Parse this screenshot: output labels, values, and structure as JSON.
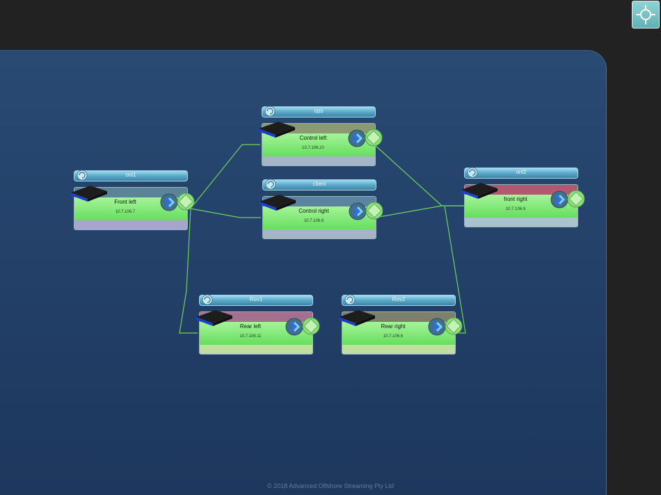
{
  "toolbar": {
    "locate_button_icon": "crosshair-icon"
  },
  "nodes": [
    {
      "id": "ops",
      "group": "ops",
      "name": "Control left",
      "ip": "10.7.106.10",
      "band_top": "#8c9a73",
      "band_bottom": "#a4b5c7"
    },
    {
      "id": "cli",
      "group": "client",
      "name": "Control right",
      "ip": "10.7.106.8",
      "band_top": "#5c84a2",
      "band_bottom": "#a4b5c7"
    },
    {
      "id": "onl1",
      "group": "onl1",
      "name": "Front left",
      "ip": "10.7.106.7",
      "band_top": "#5c8497",
      "band_bottom": "#a6a5cc"
    },
    {
      "id": "onl2",
      "group": "onl2",
      "name": "front right",
      "ip": "10.7.106.9",
      "band_top": "#b2596f",
      "band_bottom": "#a9c4cf"
    },
    {
      "id": "rov1",
      "group": "Rov1",
      "name": "Rear left",
      "ip": "10.7.106.11",
      "band_top": "#a56f8e",
      "band_bottom": "#c0df9f"
    },
    {
      "id": "rov2",
      "group": "Rov2",
      "name": "Rear right",
      "ip": "10.7.106.6",
      "band_top": "#7f7f6b",
      "band_bottom": "#c0df9f"
    }
  ],
  "links": [
    {
      "from": "onl1",
      "to": "ops"
    },
    {
      "from": "onl1",
      "to": "cli"
    },
    {
      "from": "onl1",
      "to": "rov1"
    },
    {
      "from": "ops",
      "to": "onl2"
    },
    {
      "from": "cli",
      "to": "onl2"
    },
    {
      "from": "onl2",
      "to": "rov2"
    }
  ],
  "link_color": "#6fd35a",
  "footer": "© 2018 Advanced Offshore Streaming Pty Ltd"
}
